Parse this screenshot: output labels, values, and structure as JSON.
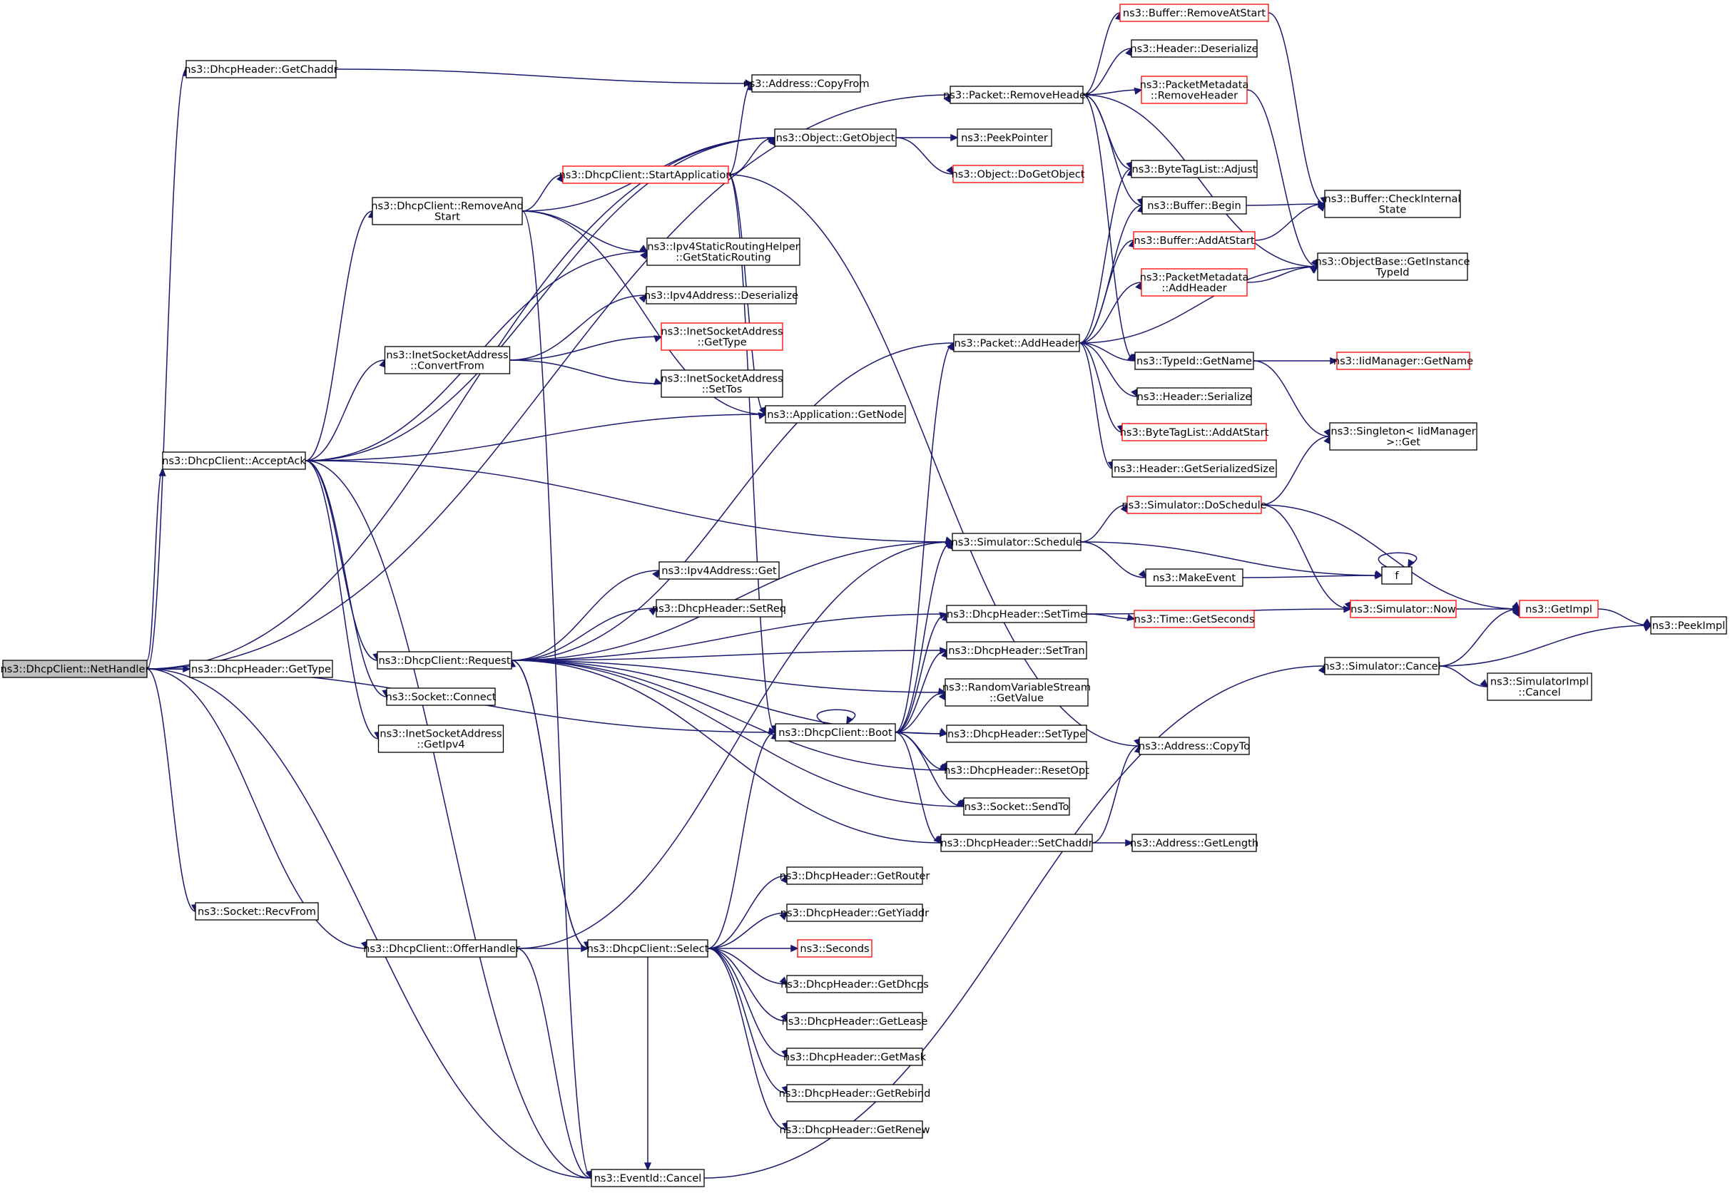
{
  "colors": {
    "edge": "#191970",
    "node_border": "#000000",
    "node_border_truncated": "#ff0000",
    "node_fill": "#ffffff",
    "root_fill": "#bfbfbf",
    "text": "#000000"
  },
  "nodes": [
    {
      "id": "NetHandler",
      "lines": [
        "ns3::DhcpClient::NetHandler"
      ],
      "root": true
    },
    {
      "id": "GetChaddr",
      "lines": [
        "ns3::DhcpHeader::GetChaddr"
      ]
    },
    {
      "id": "AcceptAck",
      "lines": [
        "ns3::DhcpClient::AcceptAck"
      ]
    },
    {
      "id": "GetTypeH",
      "lines": [
        "ns3::DhcpHeader::GetType"
      ]
    },
    {
      "id": "RecvFrom",
      "lines": [
        "ns3::Socket::RecvFrom"
      ]
    },
    {
      "id": "OfferHandler",
      "lines": [
        "ns3::DhcpClient::OfferHandler"
      ]
    },
    {
      "id": "EventCancel",
      "lines": [
        "ns3::EventId::Cancel"
      ]
    },
    {
      "id": "RemoveAndStart",
      "lines": [
        "ns3::DhcpClient::RemoveAnd",
        "Start"
      ]
    },
    {
      "id": "ConvertFrom",
      "lines": [
        "ns3::InetSocketAddress",
        "::ConvertFrom"
      ]
    },
    {
      "id": "Request",
      "lines": [
        "ns3::DhcpClient::Request"
      ]
    },
    {
      "id": "SockConnect",
      "lines": [
        "ns3::Socket::Connect"
      ]
    },
    {
      "id": "GetIpv4",
      "lines": [
        "ns3::InetSocketAddress",
        "::GetIpv4"
      ]
    },
    {
      "id": "Select",
      "lines": [
        "ns3::DhcpClient::Select"
      ]
    },
    {
      "id": "StartApplication",
      "lines": [
        "ns3::DhcpClient::StartApplication"
      ],
      "truncated": true
    },
    {
      "id": "CopyFrom",
      "lines": [
        "ns3::Address::CopyFrom"
      ]
    },
    {
      "id": "GetObject",
      "lines": [
        "ns3::Object::GetObject"
      ]
    },
    {
      "id": "GetStaticRouting",
      "lines": [
        "ns3::Ipv4StaticRoutingHelper",
        "::GetStaticRouting"
      ]
    },
    {
      "id": "Ipv4Deserialize",
      "lines": [
        "ns3::Ipv4Address::Deserialize"
      ]
    },
    {
      "id": "InetGetType",
      "lines": [
        "ns3::InetSocketAddress",
        "::GetType"
      ],
      "truncated": true
    },
    {
      "id": "SetTos",
      "lines": [
        "ns3::InetSocketAddress",
        "::SetTos"
      ]
    },
    {
      "id": "GetNode",
      "lines": [
        "ns3::Application::GetNode"
      ]
    },
    {
      "id": "Ipv4Get",
      "lines": [
        "ns3::Ipv4Address::Get"
      ]
    },
    {
      "id": "SetReq",
      "lines": [
        "ns3::DhcpHeader::SetReq"
      ]
    },
    {
      "id": "Boot",
      "lines": [
        "ns3::DhcpClient::Boot"
      ]
    },
    {
      "id": "GetRouter",
      "lines": [
        "ns3::DhcpHeader::GetRouter"
      ]
    },
    {
      "id": "GetYiaddr",
      "lines": [
        "ns3::DhcpHeader::GetYiaddr"
      ]
    },
    {
      "id": "Seconds",
      "lines": [
        "ns3::Seconds"
      ],
      "truncated": true
    },
    {
      "id": "GetDhcps",
      "lines": [
        "ns3::DhcpHeader::GetDhcps"
      ]
    },
    {
      "id": "GetLease",
      "lines": [
        "ns3::DhcpHeader::GetLease"
      ]
    },
    {
      "id": "GetMask",
      "lines": [
        "ns3::DhcpHeader::GetMask"
      ]
    },
    {
      "id": "GetRebind",
      "lines": [
        "ns3::DhcpHeader::GetRebind"
      ]
    },
    {
      "id": "GetRenew",
      "lines": [
        "ns3::DhcpHeader::GetRenew"
      ]
    },
    {
      "id": "RemoveHeader",
      "lines": [
        "ns3::Packet::RemoveHeader"
      ]
    },
    {
      "id": "PeekPointer",
      "lines": [
        "ns3::PeekPointer"
      ]
    },
    {
      "id": "DoGetObject",
      "lines": [
        "ns3::Object::DoGetObject"
      ],
      "truncated": true
    },
    {
      "id": "AddHeader",
      "lines": [
        "ns3::Packet::AddHeader"
      ]
    },
    {
      "id": "Schedule",
      "lines": [
        "ns3::Simulator::Schedule"
      ]
    },
    {
      "id": "SetTime",
      "lines": [
        "ns3::DhcpHeader::SetTime"
      ]
    },
    {
      "id": "SetTran",
      "lines": [
        "ns3::DhcpHeader::SetTran"
      ]
    },
    {
      "id": "RvsGetValue",
      "lines": [
        "ns3::RandomVariableStream",
        "::GetValue"
      ]
    },
    {
      "id": "SetTypeH",
      "lines": [
        "ns3::DhcpHeader::SetType"
      ]
    },
    {
      "id": "ResetOpt",
      "lines": [
        "ns3::DhcpHeader::ResetOpt"
      ]
    },
    {
      "id": "SendTo",
      "lines": [
        "ns3::Socket::SendTo"
      ]
    },
    {
      "id": "SetChaddr",
      "lines": [
        "ns3::DhcpHeader::SetChaddr"
      ]
    },
    {
      "id": "RemoveAtStart",
      "lines": [
        "ns3::Buffer::RemoveAtStart"
      ],
      "truncated": true
    },
    {
      "id": "HeaderDeserialize",
      "lines": [
        "ns3::Header::Deserialize"
      ]
    },
    {
      "id": "PmRemoveHeader",
      "lines": [
        "ns3::PacketMetadata",
        "::RemoveHeader"
      ],
      "truncated": true
    },
    {
      "id": "BtlAdjust",
      "lines": [
        "ns3::ByteTagList::Adjust"
      ]
    },
    {
      "id": "BufferBegin",
      "lines": [
        "ns3::Buffer::Begin"
      ]
    },
    {
      "id": "BufferAddAtStart",
      "lines": [
        "ns3::Buffer::AddAtStart"
      ],
      "truncated": true
    },
    {
      "id": "PmAddHeader",
      "lines": [
        "ns3::PacketMetadata",
        "::AddHeader"
      ],
      "truncated": true
    },
    {
      "id": "TypeIdGetName",
      "lines": [
        "ns3::TypeId::GetName"
      ]
    },
    {
      "id": "HeaderSerialize",
      "lines": [
        "ns3::Header::Serialize"
      ]
    },
    {
      "id": "BtlAddAtStart",
      "lines": [
        "ns3::ByteTagList::AddAtStart"
      ],
      "truncated": true
    },
    {
      "id": "GetSerializedSize",
      "lines": [
        "ns3::Header::GetSerializedSize"
      ]
    },
    {
      "id": "DoSchedule",
      "lines": [
        "ns3::Simulator::DoSchedule"
      ],
      "truncated": true
    },
    {
      "id": "MakeEvent",
      "lines": [
        "ns3::MakeEvent"
      ]
    },
    {
      "id": "TimeGetSeconds",
      "lines": [
        "ns3::Time::GetSeconds"
      ],
      "truncated": true
    },
    {
      "id": "CopyTo",
      "lines": [
        "ns3::Address::CopyTo"
      ]
    },
    {
      "id": "GetLength",
      "lines": [
        "ns3::Address::GetLength"
      ]
    },
    {
      "id": "CheckInternalState",
      "lines": [
        "ns3::Buffer::CheckInternal",
        "State"
      ]
    },
    {
      "id": "GetInstanceTypeId",
      "lines": [
        "ns3::ObjectBase::GetInstance",
        "TypeId"
      ]
    },
    {
      "id": "IidGetName",
      "lines": [
        "ns3::IidManager::GetName"
      ],
      "truncated": true
    },
    {
      "id": "SingletonGet",
      "lines": [
        "ns3::Singleton< IidManager",
        ">::Get"
      ]
    },
    {
      "id": "f",
      "lines": [
        "f"
      ]
    },
    {
      "id": "SimNow",
      "lines": [
        "ns3::Simulator::Now"
      ],
      "truncated": true
    },
    {
      "id": "SimCancel",
      "lines": [
        "ns3::Simulator::Cancel"
      ]
    },
    {
      "id": "GetImpl",
      "lines": [
        "ns3::GetImpl"
      ],
      "truncated": true
    },
    {
      "id": "PeekImpl",
      "lines": [
        "ns3::PeekImpl"
      ]
    },
    {
      "id": "SimImplCancel",
      "lines": [
        "ns3::SimulatorImpl",
        "::Cancel"
      ]
    }
  ],
  "edges": [
    [
      "NetHandler",
      "GetChaddr"
    ],
    [
      "NetHandler",
      "AcceptAck"
    ],
    [
      "NetHandler",
      "GetTypeH"
    ],
    [
      "NetHandler",
      "RecvFrom"
    ],
    [
      "NetHandler",
      "OfferHandler"
    ],
    [
      "NetHandler",
      "EventCancel"
    ],
    [
      "NetHandler",
      "RemoveHeader"
    ],
    [
      "NetHandler",
      "Boot"
    ],
    [
      "NetHandler",
      "GetObject"
    ],
    [
      "GetChaddr",
      "CopyFrom"
    ],
    [
      "AcceptAck",
      "RemoveAndStart"
    ],
    [
      "AcceptAck",
      "ConvertFrom"
    ],
    [
      "AcceptAck",
      "Request"
    ],
    [
      "AcceptAck",
      "SockConnect"
    ],
    [
      "AcceptAck",
      "GetIpv4"
    ],
    [
      "AcceptAck",
      "EventCancel"
    ],
    [
      "AcceptAck",
      "GetObject"
    ],
    [
      "AcceptAck",
      "GetStaticRouting"
    ],
    [
      "AcceptAck",
      "GetNode"
    ],
    [
      "AcceptAck",
      "Schedule"
    ],
    [
      "RemoveAndStart",
      "StartApplication"
    ],
    [
      "RemoveAndStart",
      "GetObject"
    ],
    [
      "RemoveAndStart",
      "GetStaticRouting"
    ],
    [
      "RemoveAndStart",
      "GetNode"
    ],
    [
      "RemoveAndStart",
      "EventCancel"
    ],
    [
      "ConvertFrom",
      "Ipv4Deserialize"
    ],
    [
      "ConvertFrom",
      "InetGetType"
    ],
    [
      "ConvertFrom",
      "SetTos"
    ],
    [
      "StartApplication",
      "CopyFrom"
    ],
    [
      "StartApplication",
      "GetObject"
    ],
    [
      "StartApplication",
      "GetNode"
    ],
    [
      "StartApplication",
      "Boot"
    ],
    [
      "StartApplication",
      "CopyTo"
    ],
    [
      "GetObject",
      "PeekPointer"
    ],
    [
      "GetObject",
      "DoGetObject"
    ],
    [
      "Request",
      "Ipv4Get"
    ],
    [
      "Request",
      "SetReq"
    ],
    [
      "Request",
      "AddHeader"
    ],
    [
      "Request",
      "Schedule"
    ],
    [
      "Request",
      "SetTime"
    ],
    [
      "Request",
      "SetTran"
    ],
    [
      "Request",
      "RvsGetValue"
    ],
    [
      "Request",
      "SetTypeH"
    ],
    [
      "Request",
      "ResetOpt"
    ],
    [
      "Request",
      "SendTo"
    ],
    [
      "Request",
      "Select"
    ],
    [
      "Request",
      "SetChaddr"
    ],
    [
      "OfferHandler",
      "Select"
    ],
    [
      "OfferHandler",
      "Schedule"
    ],
    [
      "OfferHandler",
      "EventCancel"
    ],
    [
      "Select",
      "Request"
    ],
    [
      "Select",
      "GetRouter"
    ],
    [
      "Select",
      "GetYiaddr"
    ],
    [
      "Select",
      "Seconds"
    ],
    [
      "Select",
      "GetDhcps"
    ],
    [
      "Select",
      "GetLease"
    ],
    [
      "Select",
      "GetMask"
    ],
    [
      "Select",
      "GetRebind"
    ],
    [
      "Select",
      "GetRenew"
    ],
    [
      "Select",
      "Boot"
    ],
    [
      "Select",
      "EventCancel"
    ],
    [
      "Boot",
      "Boot"
    ],
    [
      "Boot",
      "AddHeader"
    ],
    [
      "Boot",
      "Schedule"
    ],
    [
      "Boot",
      "SetTime"
    ],
    [
      "Boot",
      "SetTran"
    ],
    [
      "Boot",
      "RvsGetValue"
    ],
    [
      "Boot",
      "SetTypeH"
    ],
    [
      "Boot",
      "ResetOpt"
    ],
    [
      "Boot",
      "SendTo"
    ],
    [
      "Boot",
      "SetChaddr"
    ],
    [
      "EventCancel",
      "SimCancel"
    ],
    [
      "RemoveHeader",
      "RemoveAtStart"
    ],
    [
      "RemoveHeader",
      "HeaderDeserialize"
    ],
    [
      "RemoveHeader",
      "PmRemoveHeader"
    ],
    [
      "RemoveHeader",
      "BtlAdjust"
    ],
    [
      "RemoveHeader",
      "BufferBegin"
    ],
    [
      "RemoveHeader",
      "TypeIdGetName"
    ],
    [
      "RemoveHeader",
      "GetInstanceTypeId"
    ],
    [
      "AddHeader",
      "BtlAdjust"
    ],
    [
      "AddHeader",
      "BufferBegin"
    ],
    [
      "AddHeader",
      "BufferAddAtStart"
    ],
    [
      "AddHeader",
      "PmAddHeader"
    ],
    [
      "AddHeader",
      "TypeIdGetName"
    ],
    [
      "AddHeader",
      "HeaderSerialize"
    ],
    [
      "AddHeader",
      "BtlAddAtStart"
    ],
    [
      "AddHeader",
      "GetSerializedSize"
    ],
    [
      "AddHeader",
      "GetInstanceTypeId"
    ],
    [
      "Schedule",
      "DoSchedule"
    ],
    [
      "Schedule",
      "MakeEvent"
    ],
    [
      "Schedule",
      "f"
    ],
    [
      "SetTime",
      "SimNow"
    ],
    [
      "SetTime",
      "TimeGetSeconds"
    ],
    [
      "SetChaddr",
      "CopyTo"
    ],
    [
      "SetChaddr",
      "GetLength"
    ],
    [
      "RemoveAtStart",
      "CheckInternalState"
    ],
    [
      "PmRemoveHeader",
      "GetInstanceTypeId"
    ],
    [
      "BufferBegin",
      "CheckInternalState"
    ],
    [
      "BufferAddAtStart",
      "CheckInternalState"
    ],
    [
      "PmAddHeader",
      "GetInstanceTypeId"
    ],
    [
      "TypeIdGetName",
      "IidGetName"
    ],
    [
      "TypeIdGetName",
      "SingletonGet"
    ],
    [
      "DoSchedule",
      "SingletonGet"
    ],
    [
      "DoSchedule",
      "SimNow"
    ],
    [
      "DoSchedule",
      "GetImpl"
    ],
    [
      "MakeEvent",
      "f"
    ],
    [
      "f",
      "f"
    ],
    [
      "SimNow",
      "GetImpl"
    ],
    [
      "GetImpl",
      "PeekImpl"
    ],
    [
      "SimCancel",
      "GetImpl"
    ],
    [
      "SimCancel",
      "PeekImpl"
    ],
    [
      "SimCancel",
      "SimImplCancel"
    ]
  ]
}
